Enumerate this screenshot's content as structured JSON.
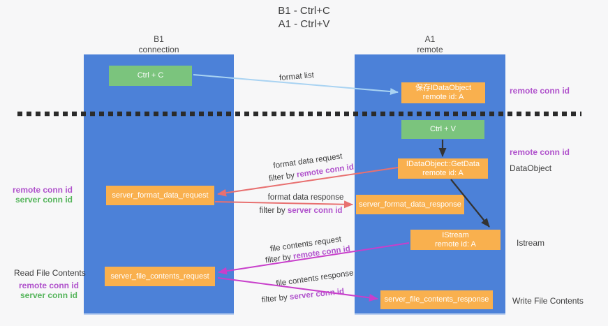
{
  "title": {
    "line1": "B1 - Ctrl+C",
    "line2": "A1 - Ctrl+V"
  },
  "lifelines": {
    "left": {
      "name": "B1",
      "role": "connection"
    },
    "right": {
      "name": "A1",
      "role": "remote"
    }
  },
  "nodes": {
    "ctrl_c": {
      "label": "Ctrl + C"
    },
    "save_dataobject": {
      "line1": "保存IDataObject",
      "line2": "remote id: A"
    },
    "ctrl_v": {
      "label": "Ctrl + V"
    },
    "getdata": {
      "line1": "IDataObject::GetData",
      "line2": "remote id: A"
    },
    "server_format_data_request": {
      "label": "server_format_data_request"
    },
    "server_format_data_response": {
      "label": "server_format_data_response"
    },
    "istream": {
      "line1": "IStream",
      "line2": "remote id: A"
    },
    "server_file_contents_request": {
      "label": "server_file_contents_request"
    },
    "server_file_contents_response": {
      "label": "server_file_contents_response"
    }
  },
  "edge_labels": {
    "format_list": "format list",
    "format_data_request": "format data request",
    "format_data_response": "format data response",
    "file_contents_request": "file contents request",
    "file_contents_response": "file contents response",
    "filter_by": "filter by ",
    "remote_conn_id": "remote conn id",
    "server_conn_id": "server conn id"
  },
  "annotations": {
    "right_top_remote_conn_id": "remote conn id",
    "right_mid_remote_conn_id": "remote conn id",
    "right_dataobject": "DataObject",
    "right_istream": "Istream",
    "right_write_file_contents": "Write File Contents",
    "left_mid_remote_conn_id": "remote conn id",
    "left_mid_server_conn_id": "server conn id",
    "left_read_file_contents": "Read File Contents",
    "left_bottom_remote_conn_id": "remote conn id",
    "left_bottom_server_conn_id": "server conn id"
  },
  "colors": {
    "lifeline_blue": "#4c81d8",
    "node_orange": "#f9b04e",
    "node_green": "#7bc47d",
    "accent_purple": "#b052cc",
    "accent_green": "#54b45a",
    "arrow_salmon": "#e87070",
    "arrow_magenta": "#c83fcb",
    "arrow_light_blue": "#a9d3f2",
    "arrow_black": "#333333"
  }
}
